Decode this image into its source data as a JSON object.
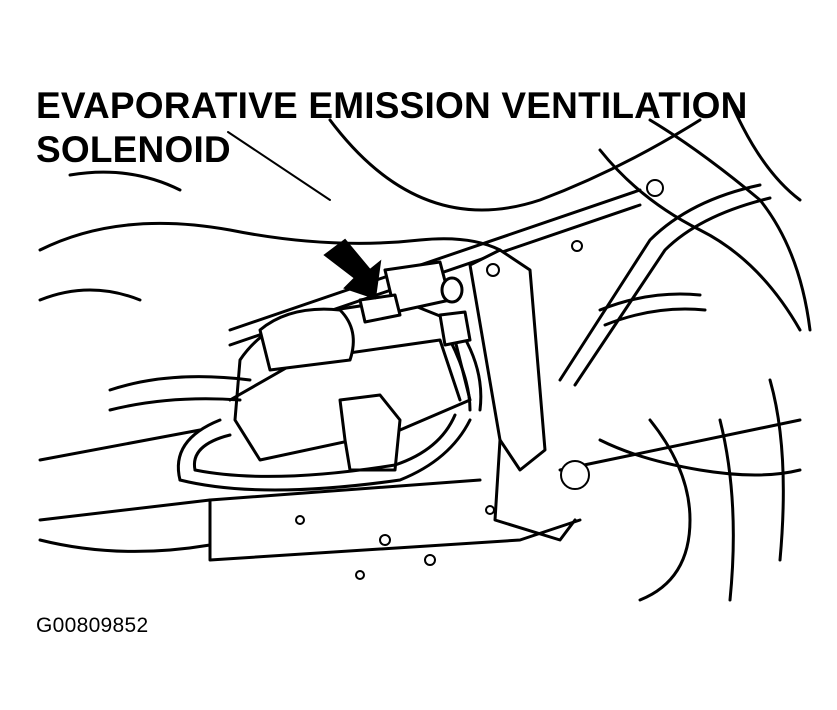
{
  "callout": {
    "line1": "EVAPORATIVE EMISSION VENTILATION",
    "line2": "SOLENOID"
  },
  "figure_id": "G00809852",
  "colors": {
    "ink": "#000000",
    "background": "#ffffff"
  }
}
